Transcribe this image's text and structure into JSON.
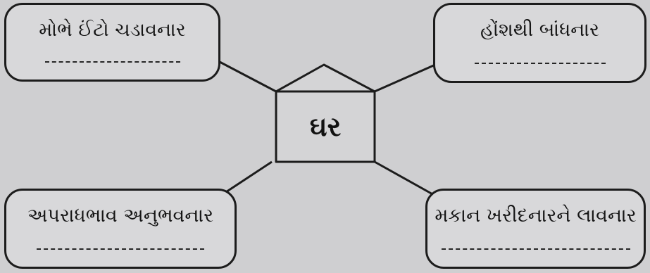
{
  "center": {
    "label": "ઘર"
  },
  "boxes": {
    "top_left": {
      "label": "મોભે ઈંટો ચડાવનાર"
    },
    "top_right": {
      "label": "હોંશથી બાંધનાર"
    },
    "bottom_left": {
      "label": "અપરાધભાવ અનુભવનાર"
    },
    "bottom_right": {
      "label": "મકાન ખરીદનારને લાવનાર"
    }
  }
}
